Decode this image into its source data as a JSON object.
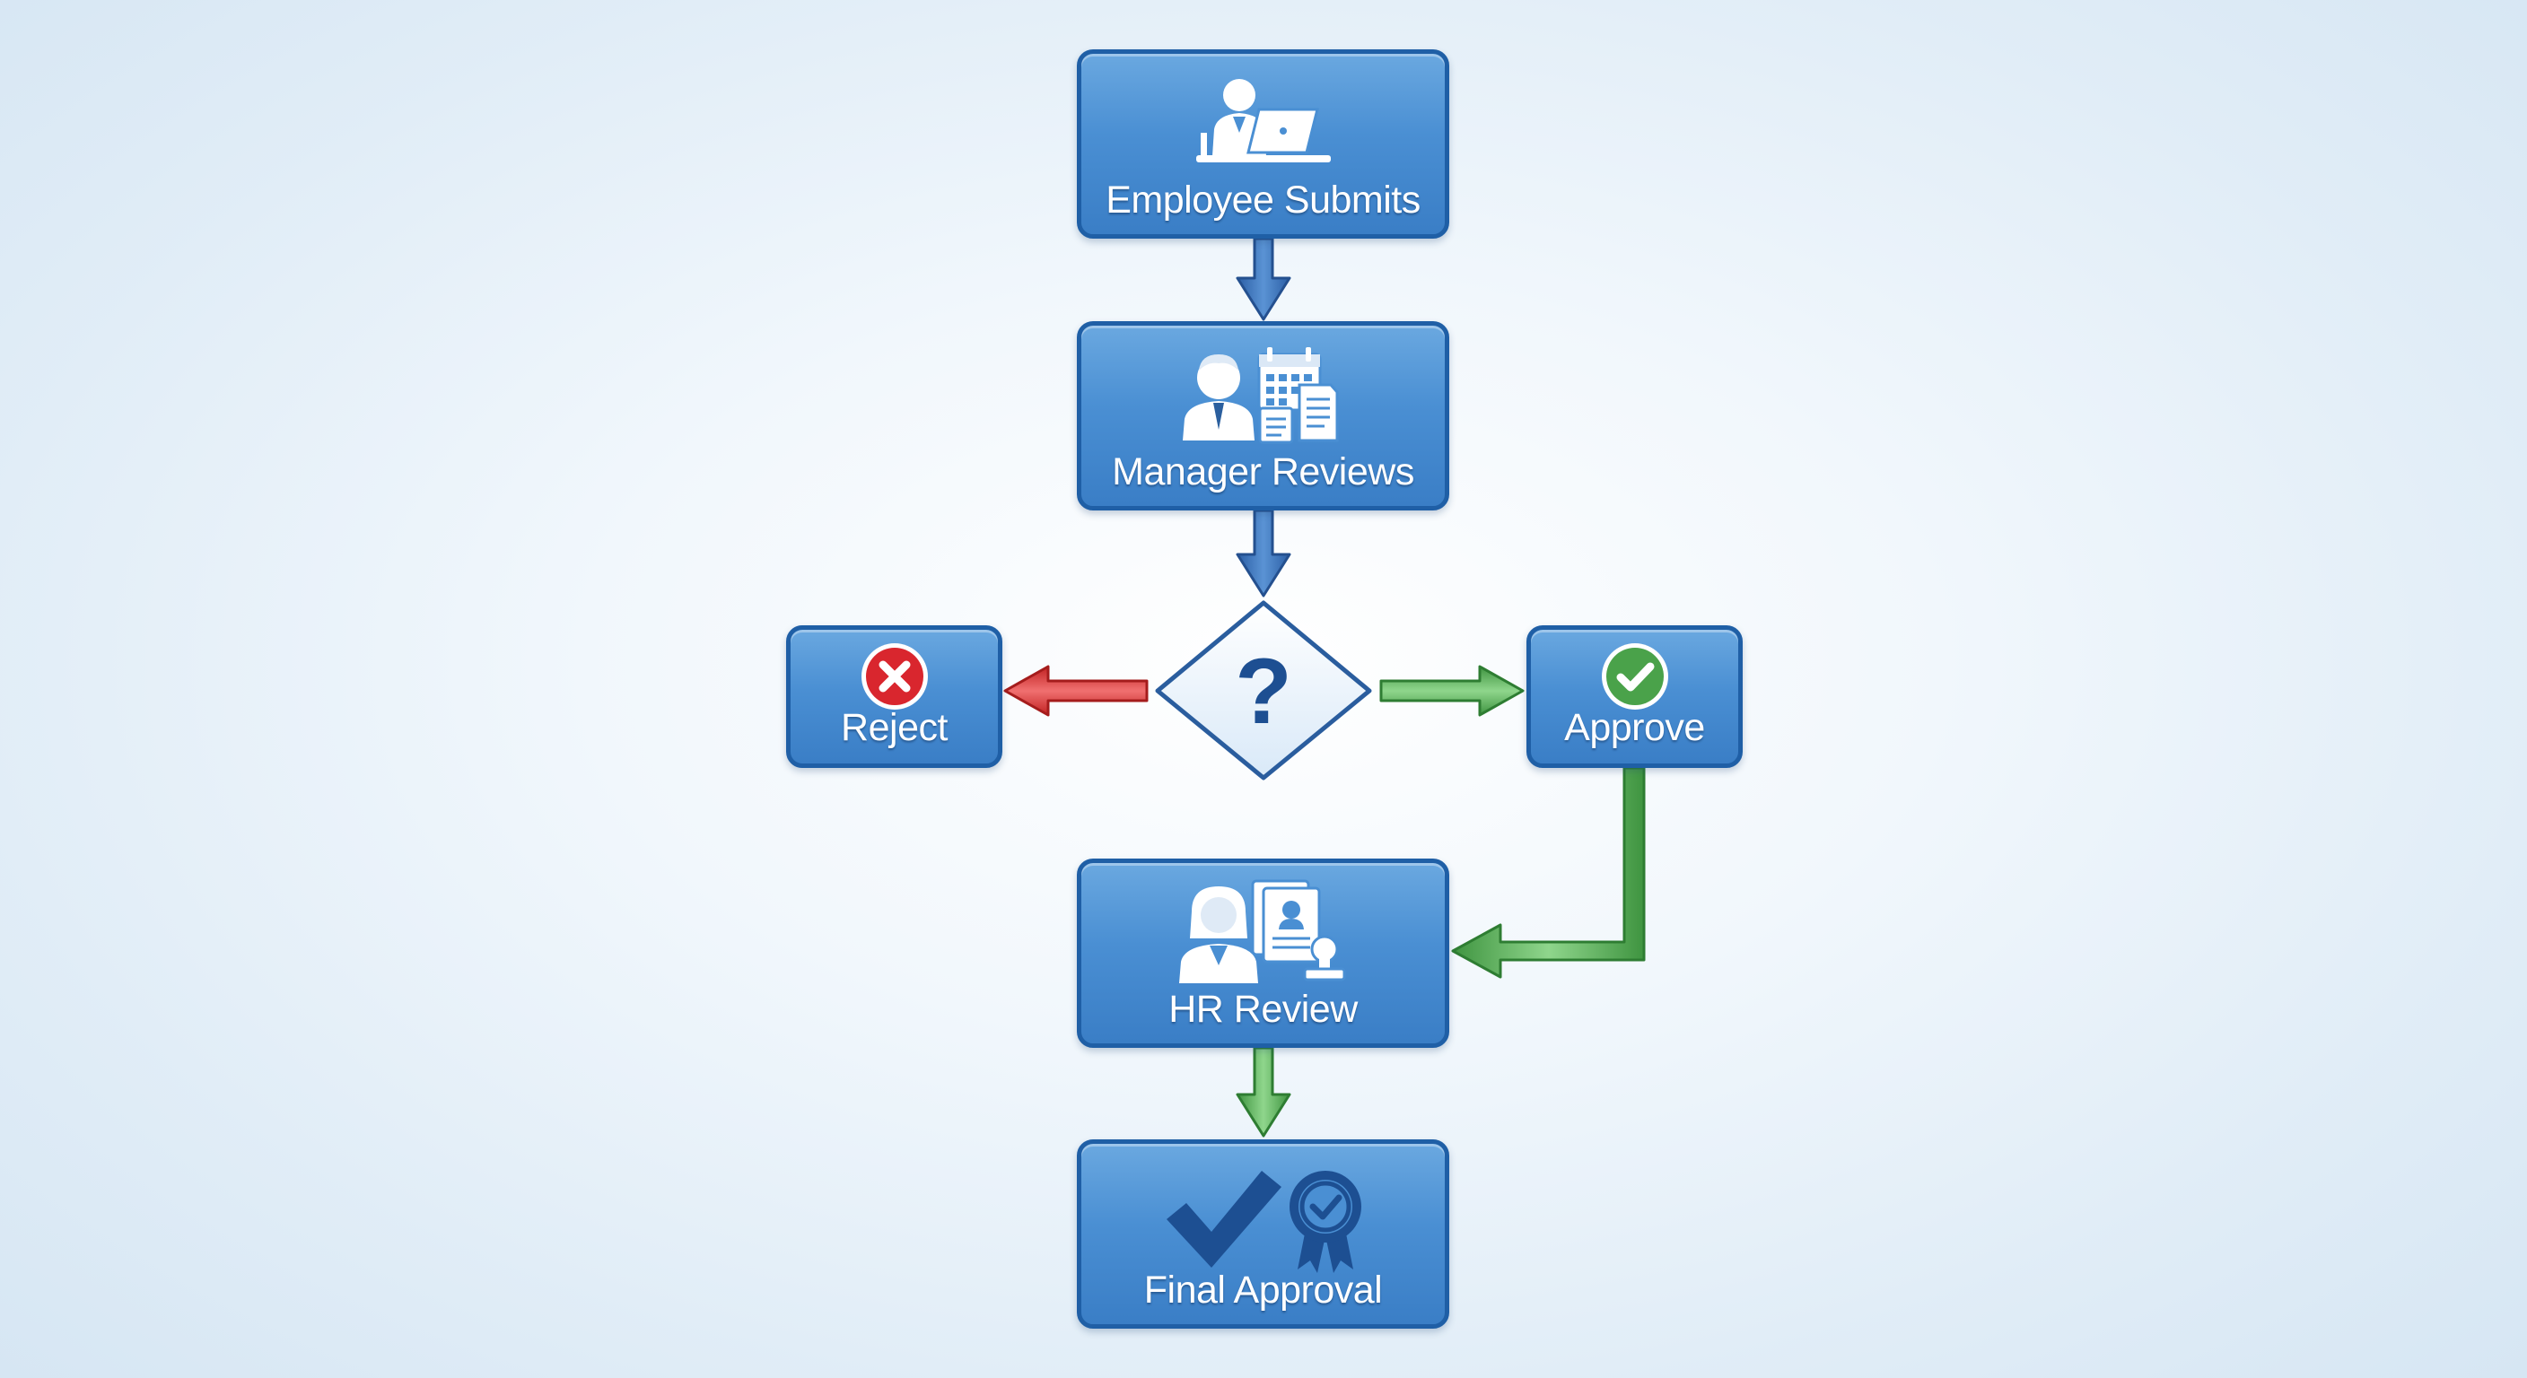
{
  "nodes": {
    "employee_submits": {
      "label": "Employee Submits",
      "icon": "employee-laptop-icon"
    },
    "manager_reviews": {
      "label": "Manager Reviews",
      "icon": "manager-calendar-icon"
    },
    "decision": {
      "label": "?",
      "icon": "question-mark-icon"
    },
    "reject": {
      "label": "Reject",
      "icon": "x-circle-icon"
    },
    "approve": {
      "label": "Approve",
      "icon": "check-circle-icon"
    },
    "hr_review": {
      "label": "HR Review",
      "icon": "hr-documents-stamp-icon"
    },
    "final_approval": {
      "label": "Final Approval",
      "icon": "checkmark-award-icon"
    }
  },
  "edges": [
    {
      "from": "employee_submits",
      "to": "manager_reviews",
      "color": "#3a72b8"
    },
    {
      "from": "manager_reviews",
      "to": "decision",
      "color": "#3a72b8"
    },
    {
      "from": "decision",
      "to": "reject",
      "color": "#d83a3a"
    },
    {
      "from": "decision",
      "to": "approve",
      "color": "#4aa24a"
    },
    {
      "from": "approve",
      "to": "hr_review",
      "color": "#4aa24a"
    },
    {
      "from": "hr_review",
      "to": "final_approval",
      "color": "#4aa24a"
    }
  ],
  "colors": {
    "box_fill": "#4a8fd3",
    "box_border": "#1f5fa6",
    "decision_fill": "#e6f1fb",
    "reject_red": "#d9262e",
    "approve_green": "#4aa24a",
    "icon_dark_blue": "#1d4f92"
  }
}
